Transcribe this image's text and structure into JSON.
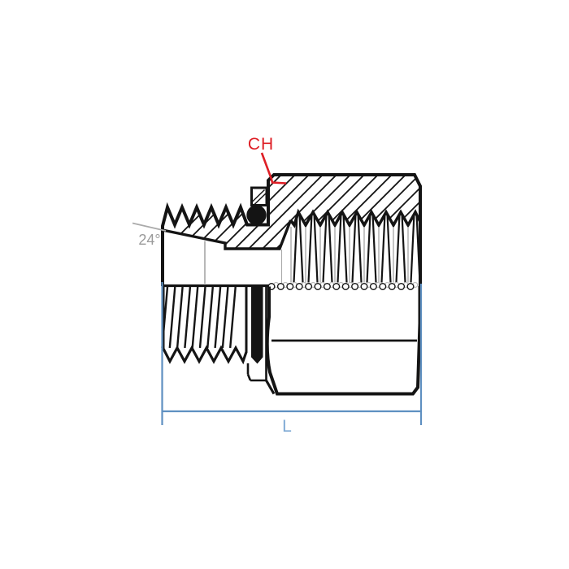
{
  "diagram": {
    "labels": {
      "chamfer": "CH",
      "cone_angle": "24°",
      "length_dim": "L"
    },
    "colors": {
      "line_black": "#141414",
      "accent_red": "#de1f26",
      "dimension_blue": "#5f90c1",
      "dimension_text_blue": "#7ea9d4",
      "label_gray": "#9a9a9a",
      "leader_gray": "#aaaaaa",
      "thread_crest_gray": "#bcbcbc",
      "background": "#ffffff"
    }
  }
}
